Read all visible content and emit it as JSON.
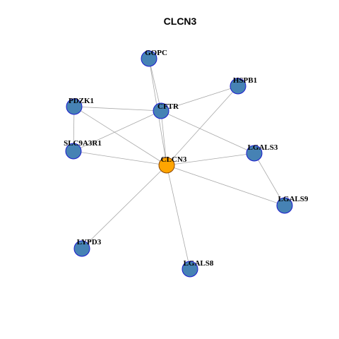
{
  "title": "CLCN3",
  "colors": {
    "center_fill": "#FFA500",
    "center_stroke": "#8B4500",
    "node_fill": "#4682B4",
    "node_stroke": "#1a1acd",
    "edge": "#a8a8a8",
    "background": "#ffffff"
  },
  "nodes": [
    {
      "id": "GOPC",
      "label": "GOPC",
      "center": false
    },
    {
      "id": "HSPB1",
      "label": "HSPB1",
      "center": false
    },
    {
      "id": "PDZK1",
      "label": "PDZK1",
      "center": false
    },
    {
      "id": "CFTR",
      "label": "CFTR",
      "center": false
    },
    {
      "id": "SLC9A3R1",
      "label": "SLC9A3R1",
      "center": false
    },
    {
      "id": "LGALS3",
      "label": "LGALS3",
      "center": false
    },
    {
      "id": "CLCN3",
      "label": "CLCN3",
      "center": true
    },
    {
      "id": "LGALS9",
      "label": "LGALS9",
      "center": false
    },
    {
      "id": "LYPD3",
      "label": "LYPD3",
      "center": false
    },
    {
      "id": "LGALS8",
      "label": "LGALS8",
      "center": false
    }
  ],
  "edges": [
    [
      "GOPC",
      "CFTR"
    ],
    [
      "GOPC",
      "CLCN3"
    ],
    [
      "HSPB1",
      "CFTR"
    ],
    [
      "HSPB1",
      "CLCN3"
    ],
    [
      "PDZK1",
      "CFTR"
    ],
    [
      "PDZK1",
      "SLC9A3R1"
    ],
    [
      "PDZK1",
      "CLCN3"
    ],
    [
      "CFTR",
      "SLC9A3R1"
    ],
    [
      "CFTR",
      "CLCN3"
    ],
    [
      "CFTR",
      "LGALS3"
    ],
    [
      "SLC9A3R1",
      "CLCN3"
    ],
    [
      "LGALS3",
      "CLCN3"
    ],
    [
      "LGALS3",
      "LGALS9"
    ],
    [
      "CLCN3",
      "LGALS9"
    ],
    [
      "CLCN3",
      "LYPD3"
    ],
    [
      "CLCN3",
      "LGALS8"
    ]
  ]
}
